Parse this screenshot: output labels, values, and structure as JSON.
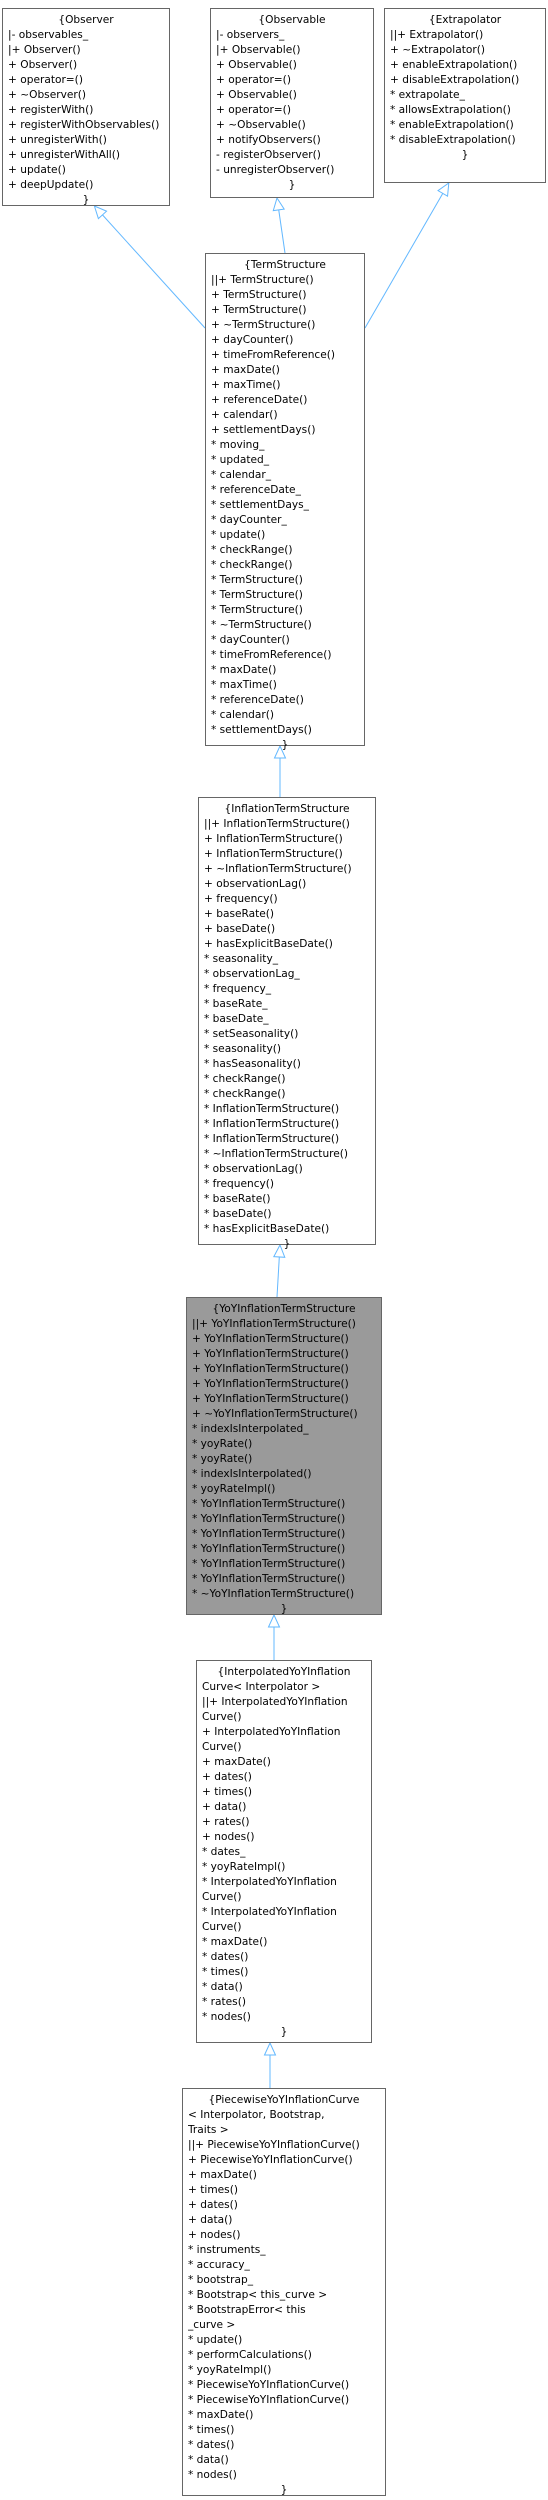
{
  "colors": {
    "edge": "#63b8ff",
    "border": "#666666",
    "focus_fill": "#9a9a9a"
  },
  "nodes": {
    "observer": [
      "{Observer",
      "|- observables_",
      "|+ Observer()",
      "+ Observer()",
      "+ operator=()",
      "+ ~Observer()",
      "+ registerWith()",
      "+ registerWithObservables()",
      "+ unregisterWith()",
      "+ unregisterWithAll()",
      "+ update()",
      "+ deepUpdate()",
      "}"
    ],
    "observable": [
      "{Observable",
      "|- observers_",
      "|+ Observable()",
      "+ Observable()",
      "+ operator=()",
      "+ Observable()",
      "+ operator=()",
      "+ ~Observable()",
      "+ notifyObservers()",
      "- registerObserver()",
      "- unregisterObserver()",
      "}"
    ],
    "extrapolator": [
      "{Extrapolator",
      "||+ Extrapolator()",
      "+ ~Extrapolator()",
      "+ enableExtrapolation()",
      "+ disableExtrapolation()",
      "* extrapolate_",
      "* allowsExtrapolation()",
      "* enableExtrapolation()",
      "* disableExtrapolation()",
      "}"
    ],
    "term_structure": [
      "{TermStructure",
      "||+ TermStructure()",
      "+ TermStructure()",
      "+ TermStructure()",
      "+ ~TermStructure()",
      "+ dayCounter()",
      "+ timeFromReference()",
      "+ maxDate()",
      "+ maxTime()",
      "+ referenceDate()",
      "+ calendar()",
      "+ settlementDays()",
      "* moving_",
      "* updated_",
      "* calendar_",
      "* referenceDate_",
      "* settlementDays_",
      "* dayCounter_",
      "* update()",
      "* checkRange()",
      "* checkRange()",
      "* TermStructure()",
      "* TermStructure()",
      "* TermStructure()",
      "* ~TermStructure()",
      "* dayCounter()",
      "* timeFromReference()",
      "* maxDate()",
      "* maxTime()",
      "* referenceDate()",
      "* calendar()",
      "* settlementDays()",
      "}"
    ],
    "inflation_term_structure": [
      "{InflationTermStructure",
      "||+ InflationTermStructure()",
      "+ InflationTermStructure()",
      "+ InflationTermStructure()",
      "+ ~InflationTermStructure()",
      "+ observationLag()",
      "+ frequency()",
      "+ baseRate()",
      "+ baseDate()",
      "+ hasExplicitBaseDate()",
      "* seasonality_",
      "* observationLag_",
      "* frequency_",
      "* baseRate_",
      "* baseDate_",
      "* setSeasonality()",
      "* seasonality()",
      "* hasSeasonality()",
      "* checkRange()",
      "* checkRange()",
      "* InflationTermStructure()",
      "* InflationTermStructure()",
      "* InflationTermStructure()",
      "* ~InflationTermStructure()",
      "* observationLag()",
      "* frequency()",
      "* baseRate()",
      "* baseDate()",
      "* hasExplicitBaseDate()",
      "}"
    ],
    "yoy_inflation_term_structure": [
      "{YoYInflationTermStructure",
      "||+ YoYInflationTermStructure()",
      "+ YoYInflationTermStructure()",
      "+ YoYInflationTermStructure()",
      "+ YoYInflationTermStructure()",
      "+ YoYInflationTermStructure()",
      "+ YoYInflationTermStructure()",
      "+ ~YoYInflationTermStructure()",
      "* indexIsInterpolated_",
      "* yoyRate()",
      "* yoyRate()",
      "* indexIsInterpolated()",
      "* yoyRateImpl()",
      "* YoYInflationTermStructure()",
      "* YoYInflationTermStructure()",
      "* YoYInflationTermStructure()",
      "* YoYInflationTermStructure()",
      "* YoYInflationTermStructure()",
      "* YoYInflationTermStructure()",
      "* ~YoYInflationTermStructure()",
      "}"
    ],
    "interpolated_yoy_inflation_curve": [
      "{InterpolatedYoYInflation",
      "Curve< Interpolator >",
      "||+ InterpolatedYoYInflation",
      "Curve()",
      "+ InterpolatedYoYInflation",
      "Curve()",
      "+ maxDate()",
      "+ dates()",
      "+ times()",
      "+ data()",
      "+ rates()",
      "+ nodes()",
      "* dates_",
      "* yoyRateImpl()",
      "* InterpolatedYoYInflation",
      "Curve()",
      "* InterpolatedYoYInflation",
      "Curve()",
      "* maxDate()",
      "* dates()",
      "* times()",
      "* data()",
      "* rates()",
      "* nodes()",
      "}"
    ],
    "piecewise_yoy_inflation_curve": [
      "{PiecewiseYoYInflationCurve",
      "< Interpolator, Bootstrap,",
      " Traits >",
      "||+ PiecewiseYoYInflationCurve()",
      "+ PiecewiseYoYInflationCurve()",
      "+ maxDate()",
      "+ times()",
      "+ dates()",
      "+ data()",
      "+ nodes()",
      "* instruments_",
      "* accuracy_",
      "* bootstrap_",
      "* Bootstrap< this_curve >",
      "* BootstrapError< this",
      "_curve >",
      "* update()",
      "* performCalculations()",
      "* yoyRateImpl()",
      "* PiecewiseYoYInflationCurve()",
      "* PiecewiseYoYInflationCurve()",
      "* maxDate()",
      "* times()",
      "* dates()",
      "* data()",
      "* nodes()",
      "}"
    ]
  }
}
